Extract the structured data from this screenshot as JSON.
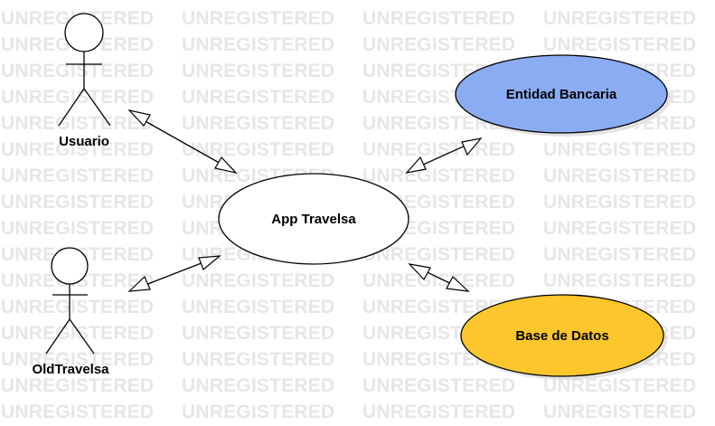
{
  "watermark": {
    "text": "UNREGISTERED",
    "color": "#e6e6e6"
  },
  "actors": [
    {
      "id": "usuario",
      "label": "Usuario"
    },
    {
      "id": "oldtravelsa",
      "label": "OldTravelsa"
    }
  ],
  "use_cases": [
    {
      "id": "app",
      "label": "App Travelsa",
      "fill": "#ffffff"
    },
    {
      "id": "banco",
      "label": "Entidad Bancaria",
      "fill": "#8aacf2"
    },
    {
      "id": "bd",
      "label": "Base de Datos",
      "fill": "#fcc62c"
    }
  ],
  "associations": [
    {
      "from": "usuario",
      "to": "app",
      "type": "bidirectional"
    },
    {
      "from": "oldtravelsa",
      "to": "app",
      "type": "bidirectional"
    },
    {
      "from": "app",
      "to": "banco",
      "type": "bidirectional"
    },
    {
      "from": "app",
      "to": "bd",
      "type": "bidirectional"
    }
  ]
}
